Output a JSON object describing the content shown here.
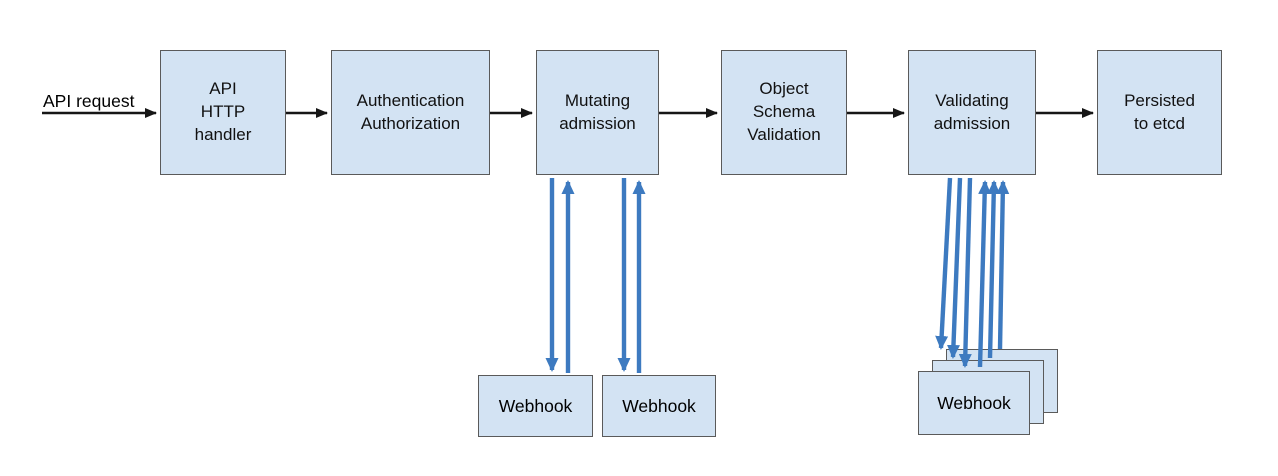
{
  "labels": {
    "api_request": "API request"
  },
  "pipeline": [
    {
      "id": "api-http-handler",
      "label": "API\nHTTP\nhandler"
    },
    {
      "id": "authentication-authorization",
      "label": "Authentication\nAuthorization"
    },
    {
      "id": "mutating-admission",
      "label": "Mutating\nadmission"
    },
    {
      "id": "object-schema-validation",
      "label": "Object\nSchema\nValidation"
    },
    {
      "id": "validating-admission",
      "label": "Validating\nadmission"
    },
    {
      "id": "persisted-to-etcd",
      "label": "Persisted\nto etcd"
    }
  ],
  "webhooks": {
    "mutating": [
      {
        "label": "Webhook"
      },
      {
        "label": "Webhook"
      }
    ],
    "validating": {
      "label": "Webhook",
      "stacked_copies": 3
    }
  },
  "colors": {
    "box_fill": "#d3e3f3",
    "box_border": "#5a5a5a",
    "flow_arrow": "#161616",
    "webhook_arrow": "#3d7ac0"
  }
}
